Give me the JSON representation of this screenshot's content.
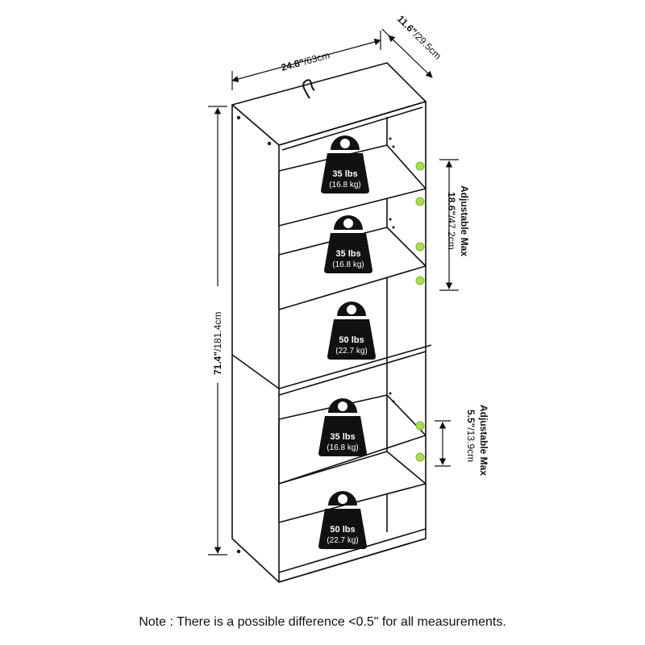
{
  "dimensions": {
    "width": {
      "imperial": "24.8\"",
      "metric": "/63cm"
    },
    "depth": {
      "imperial": "11.6\"",
      "metric": "/29.5cm"
    },
    "height": {
      "imperial": "71.4\"",
      "metric": "/181.4cm"
    }
  },
  "adjustable": [
    {
      "label": "Adjustable Max",
      "imperial": "18.6\"",
      "metric": "/47.2cm"
    },
    {
      "label": "Adjustable Max",
      "imperial": "5.5\"",
      "metric": "/13.9cm"
    }
  ],
  "weights": [
    {
      "main": "35 lbs",
      "sub": "(16.8 kg)"
    },
    {
      "main": "35 lbs",
      "sub": "(16.8 kg)"
    },
    {
      "main": "50 lbs",
      "sub": "(22.7 kg)"
    },
    {
      "main": "35 lbs",
      "sub": "(16.8 kg)"
    },
    {
      "main": "50 lbs",
      "sub": "(22.7 kg)"
    }
  ],
  "note": "Note : There is a possible difference <0.5\" for all measurements.",
  "colors": {
    "line": "#111111",
    "peg": "#a8e04a",
    "weight": "#111111"
  }
}
